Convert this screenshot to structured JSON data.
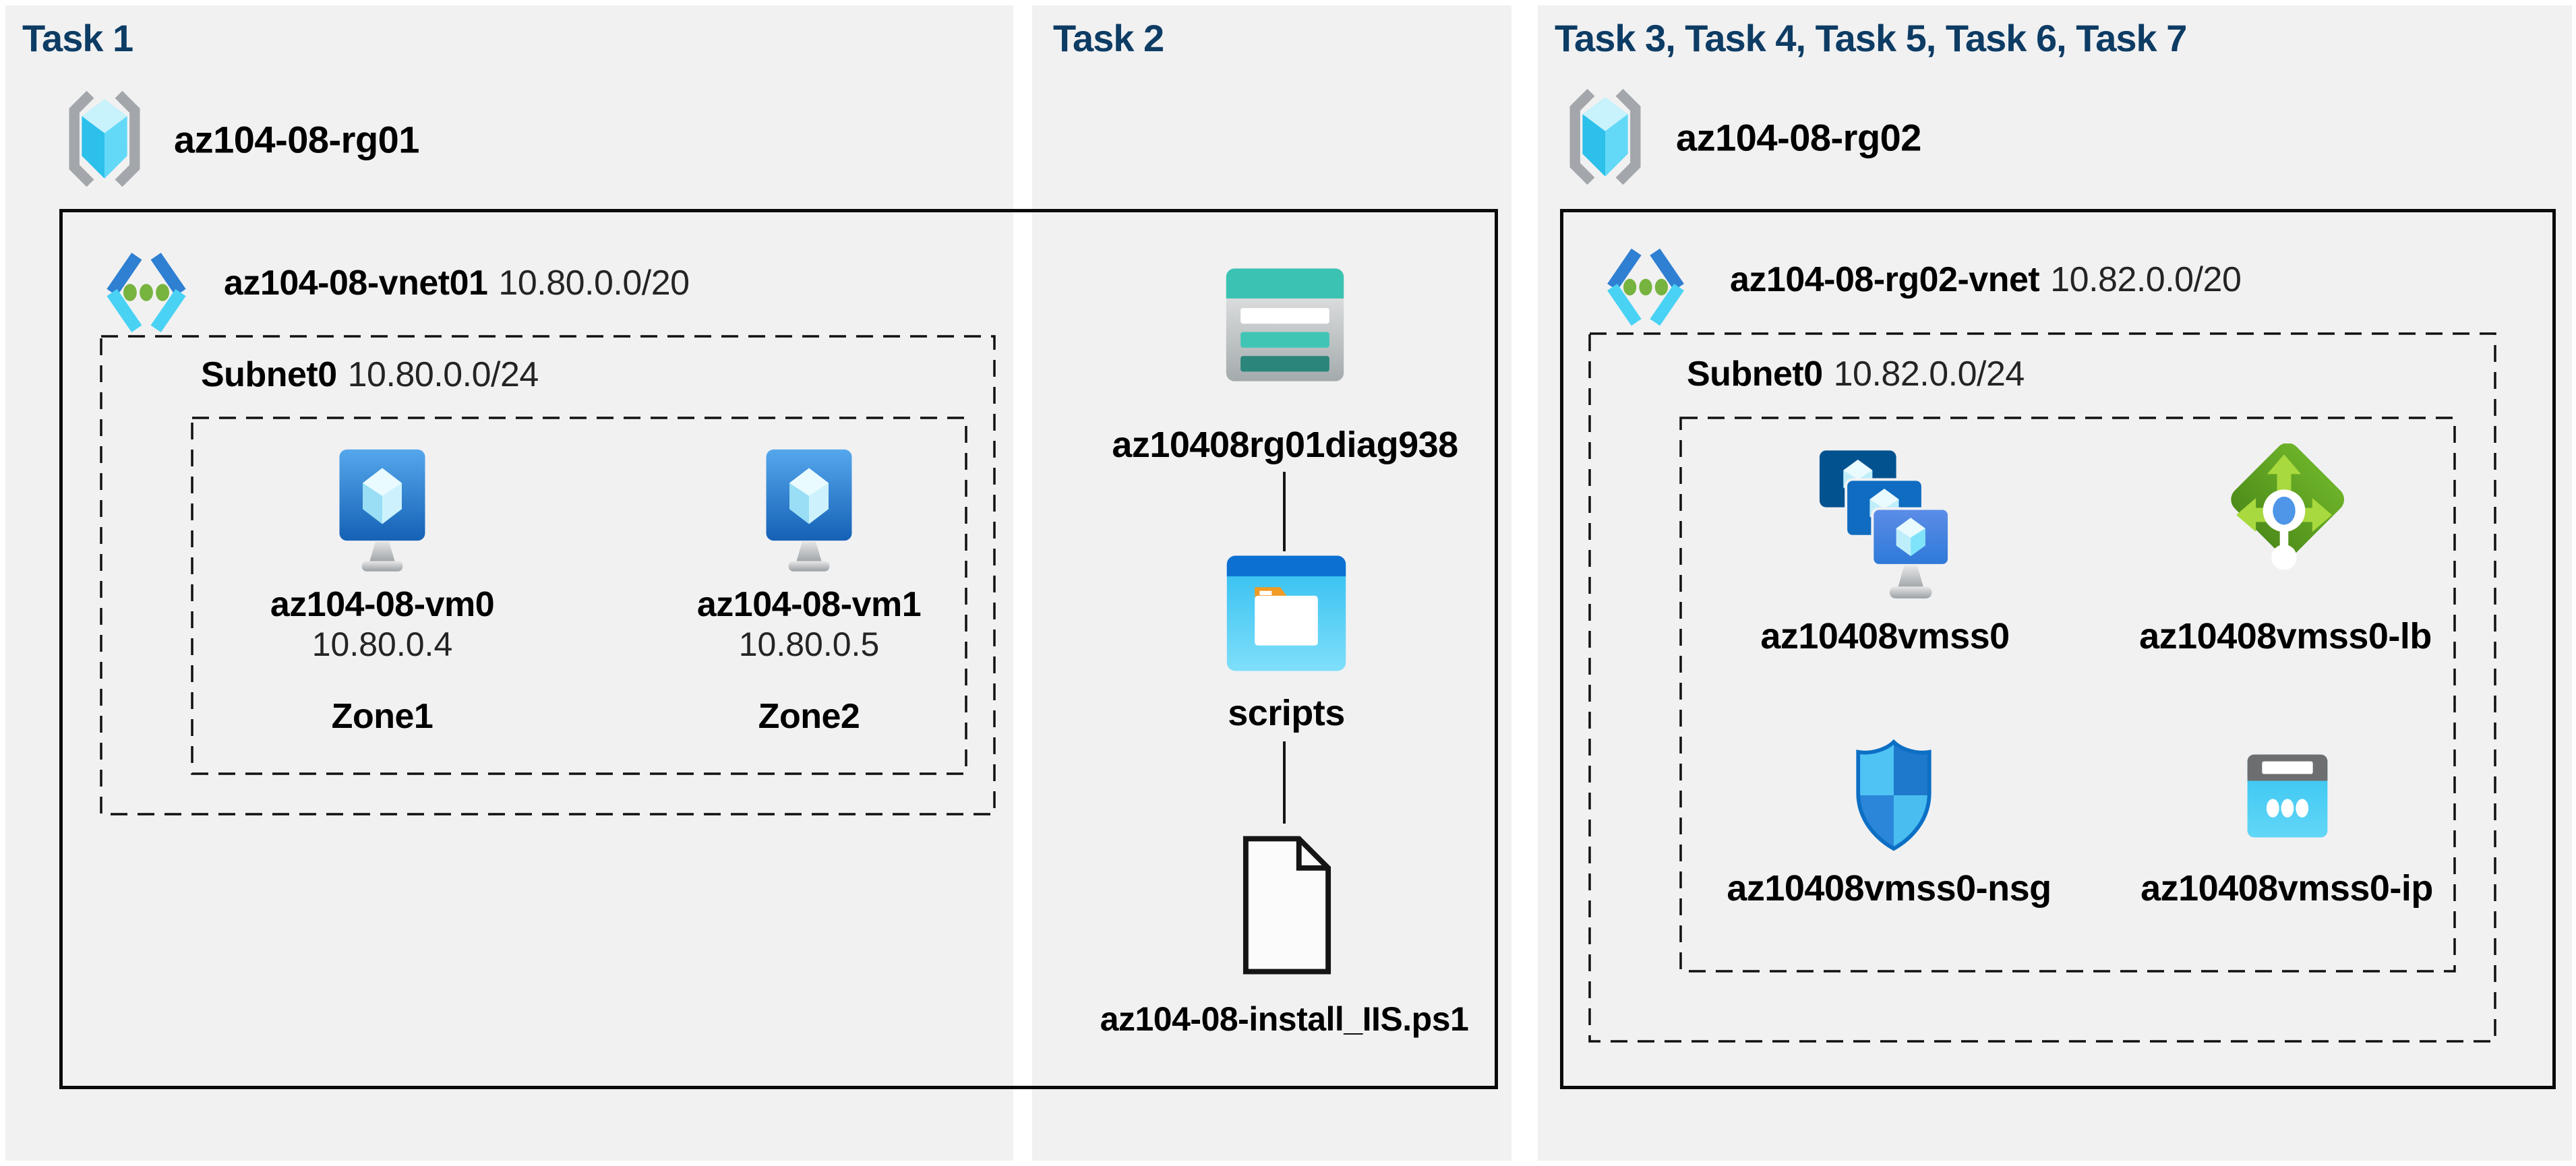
{
  "panels": [
    {
      "id": "task1",
      "title": "Task 1",
      "resource_group": {
        "name": "az104-08-rg01"
      },
      "vnet": {
        "name": "az104-08-vnet01",
        "cidr": "10.80.0.0/20"
      },
      "subnet": {
        "name": "Subnet0",
        "cidr": "10.80.0.0/24"
      },
      "vms": [
        {
          "name": "az104-08-vm0",
          "ip": "10.80.0.4",
          "zone": "Zone1"
        },
        {
          "name": "az104-08-vm1",
          "ip": "10.80.0.5",
          "zone": "Zone2"
        }
      ]
    },
    {
      "id": "task2",
      "title": "Task 2",
      "storage_account": "az10408rg01diag938",
      "folder": "scripts",
      "file": "az104-08-install_IIS.ps1"
    },
    {
      "id": "task3",
      "title": "Task 3, Task 4, Task 5, Task 6, Task 7",
      "resource_group": {
        "name": "az104-08-rg02"
      },
      "vnet": {
        "name": "az104-08-rg02-vnet",
        "cidr": "10.82.0.0/20"
      },
      "subnet": {
        "name": "Subnet0",
        "cidr": "10.82.0.0/24"
      },
      "resources": [
        {
          "name": "az10408vmss0",
          "type": "vm-scale-set"
        },
        {
          "name": "az10408vmss0-lb",
          "type": "load-balancer"
        },
        {
          "name": "az10408vmss0-nsg",
          "type": "network-security-group"
        },
        {
          "name": "az10408vmss0-ip",
          "type": "public-ip"
        }
      ]
    }
  ],
  "colors": {
    "panel_bg": "#f1f1f2",
    "title_blue": "#0d3c64",
    "box_border": "#0a0a0a",
    "azure_blue_dark": "#02528f",
    "azure_blue": "#0f6cc0",
    "azure_blue_light": "#4f9fe8",
    "crystal_cyan": "#bfeefb",
    "vnet_chevron_top": "#2f7fd2",
    "vnet_chevron_bottom": "#49d2f4",
    "vnet_dot_green": "#77b33f",
    "storage_teal": "#3cc2b2",
    "storage_teal_dark": "#2b857a",
    "folder_bar_blue": "#0c70d2",
    "folder_body_cyan": "#2ebdf0",
    "folder_tab_orange": "#f09b24",
    "lb_green": "#5a9e1f",
    "lb_arrow_green": "#a8d93e",
    "lb_dot_blue": "#4f96e8",
    "nsg_cyan": "#4fc3f4",
    "nsg_blue": "#1e78cc",
    "ip_gray": "#6d6e70",
    "ip_cyan": "#33c4f0",
    "bracket_gray": "#a3a7ab"
  }
}
